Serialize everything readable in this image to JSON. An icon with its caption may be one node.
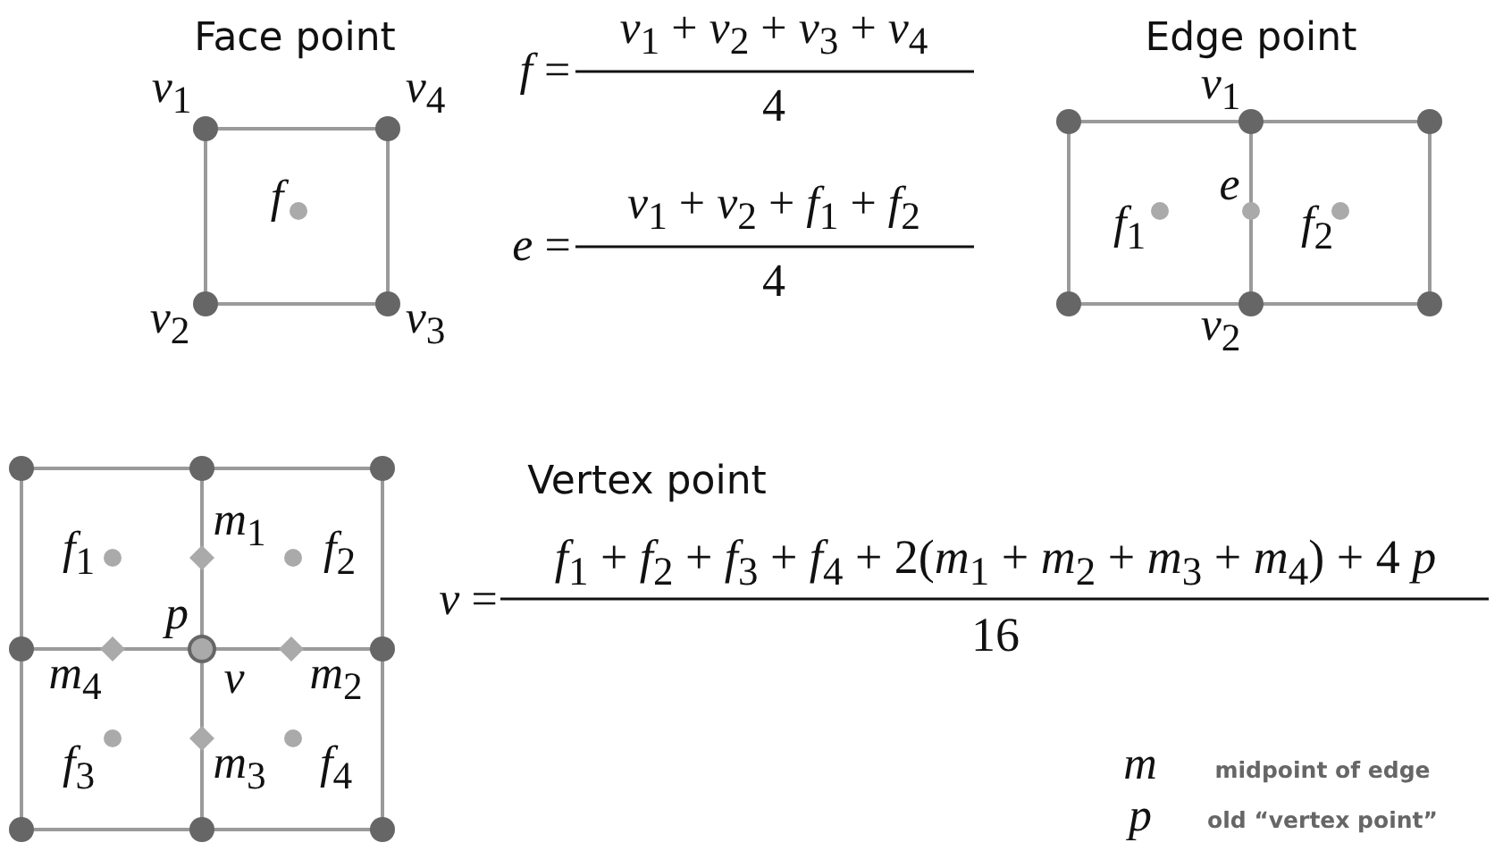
{
  "diagram": {
    "labels": [
      "Face point",
      "*f* =",
      "*v*$_{1}$ + *v*$_{2}$ + *v*$_{3}$ + *v*$_{4}$",
      "4",
      "Edge point",
      "*v*$_{1}$",
      "*v*$_{4}$",
      "*v*$_{1}$",
      "*f*",
      "*e*",
      "*f*$_{1}$",
      "*f*$_{2}$",
      "*e* =",
      "*v*$_{1}$ + *v*$_{2}$ + *f*$_{1}$ + *f*$_{2}$",
      "4",
      "*v*$_{2}$",
      "*v*$_{3}$",
      "*v*$_{2}$",
      "Vertex point",
      "*m*$_{1}$",
      "*f*$_{1}$",
      "*f*$_{2}$",
      "*p*",
      "*v* =",
      "*f*$_{1}$ + *f*$_{2}$ + *f*$_{3}$ + *f*$_{4}$ + 2(*m*$_{1}$ + *m*$_{2}$ + *m*$_{3}$ + *m*$_{4}$) + 4 *p*",
      "16",
      "*m*$_{4}$",
      "*v*",
      "*m*$_{2}$",
      "*f*$_{3}$",
      "*m*$_{3}$",
      "*f*$_{4}$",
      "*m*",
      "midpoint of edge",
      "*p*",
      "old “vertex point”"
    ]
  }
}
